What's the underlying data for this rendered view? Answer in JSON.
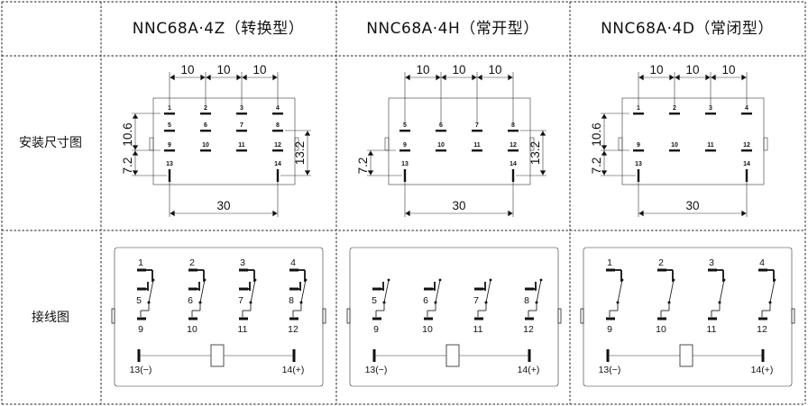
{
  "row_labels": {
    "dimensions": "安装尺寸图",
    "wiring": "接线图"
  },
  "models": [
    {
      "name": "NNC68A·4Z（转换型）",
      "type": "changeover",
      "dimension": {
        "pitch": "10",
        "width": "30",
        "row_spacing": "10.6",
        "coil_offset": "7.2",
        "height": "13.2"
      },
      "wiring": {
        "coil_neg": "13(−)",
        "coil_pos": "14(+)"
      }
    },
    {
      "name": "NNC68A·4H（常开型）",
      "type": "normally_open",
      "dimension": {
        "pitch": "10",
        "width": "30",
        "row_spacing": "",
        "coil_offset": "7.2",
        "height": "13.2"
      },
      "wiring": {
        "coil_neg": "13(−)",
        "coil_pos": "14(+)"
      }
    },
    {
      "name": "NNC68A·4D（常闭型）",
      "type": "normally_closed",
      "dimension": {
        "pitch": "10",
        "width": "30",
        "row_spacing": "10.6",
        "coil_offset": "7.2",
        "height": ""
      },
      "wiring": {
        "coil_neg": "13(−)",
        "coil_pos": "14(+)"
      }
    }
  ],
  "pins": {
    "row_top": [
      "1",
      "2",
      "3",
      "4"
    ],
    "row_mid": [
      "5",
      "6",
      "7",
      "8"
    ],
    "row_bottom": [
      "9",
      "10",
      "11",
      "12"
    ],
    "coil": [
      "13",
      "14"
    ]
  }
}
